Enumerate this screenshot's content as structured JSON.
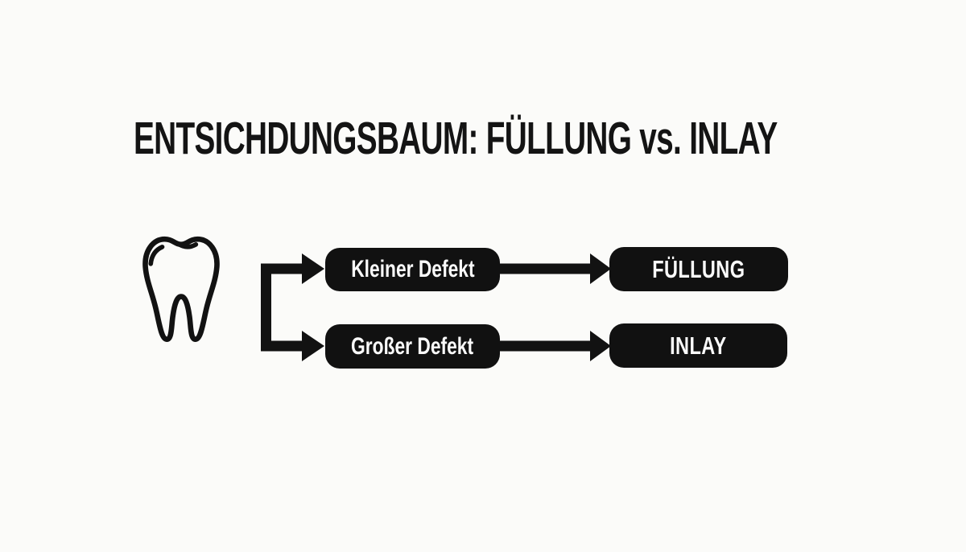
{
  "title": "ENTSICHDUNGSBAUM: FÜLLUNG vs. INLAY",
  "diagram": {
    "root_icon": "tooth-icon",
    "branches": [
      {
        "condition": "Kleiner Defekt",
        "outcome": "FÜLLUNG"
      },
      {
        "condition": "Großer Defekt",
        "outcome": "INLAY"
      }
    ]
  },
  "colors": {
    "background": "#fbfbf9",
    "ink": "#121212",
    "node_background": "#111111",
    "node_text": "#fafafa"
  }
}
